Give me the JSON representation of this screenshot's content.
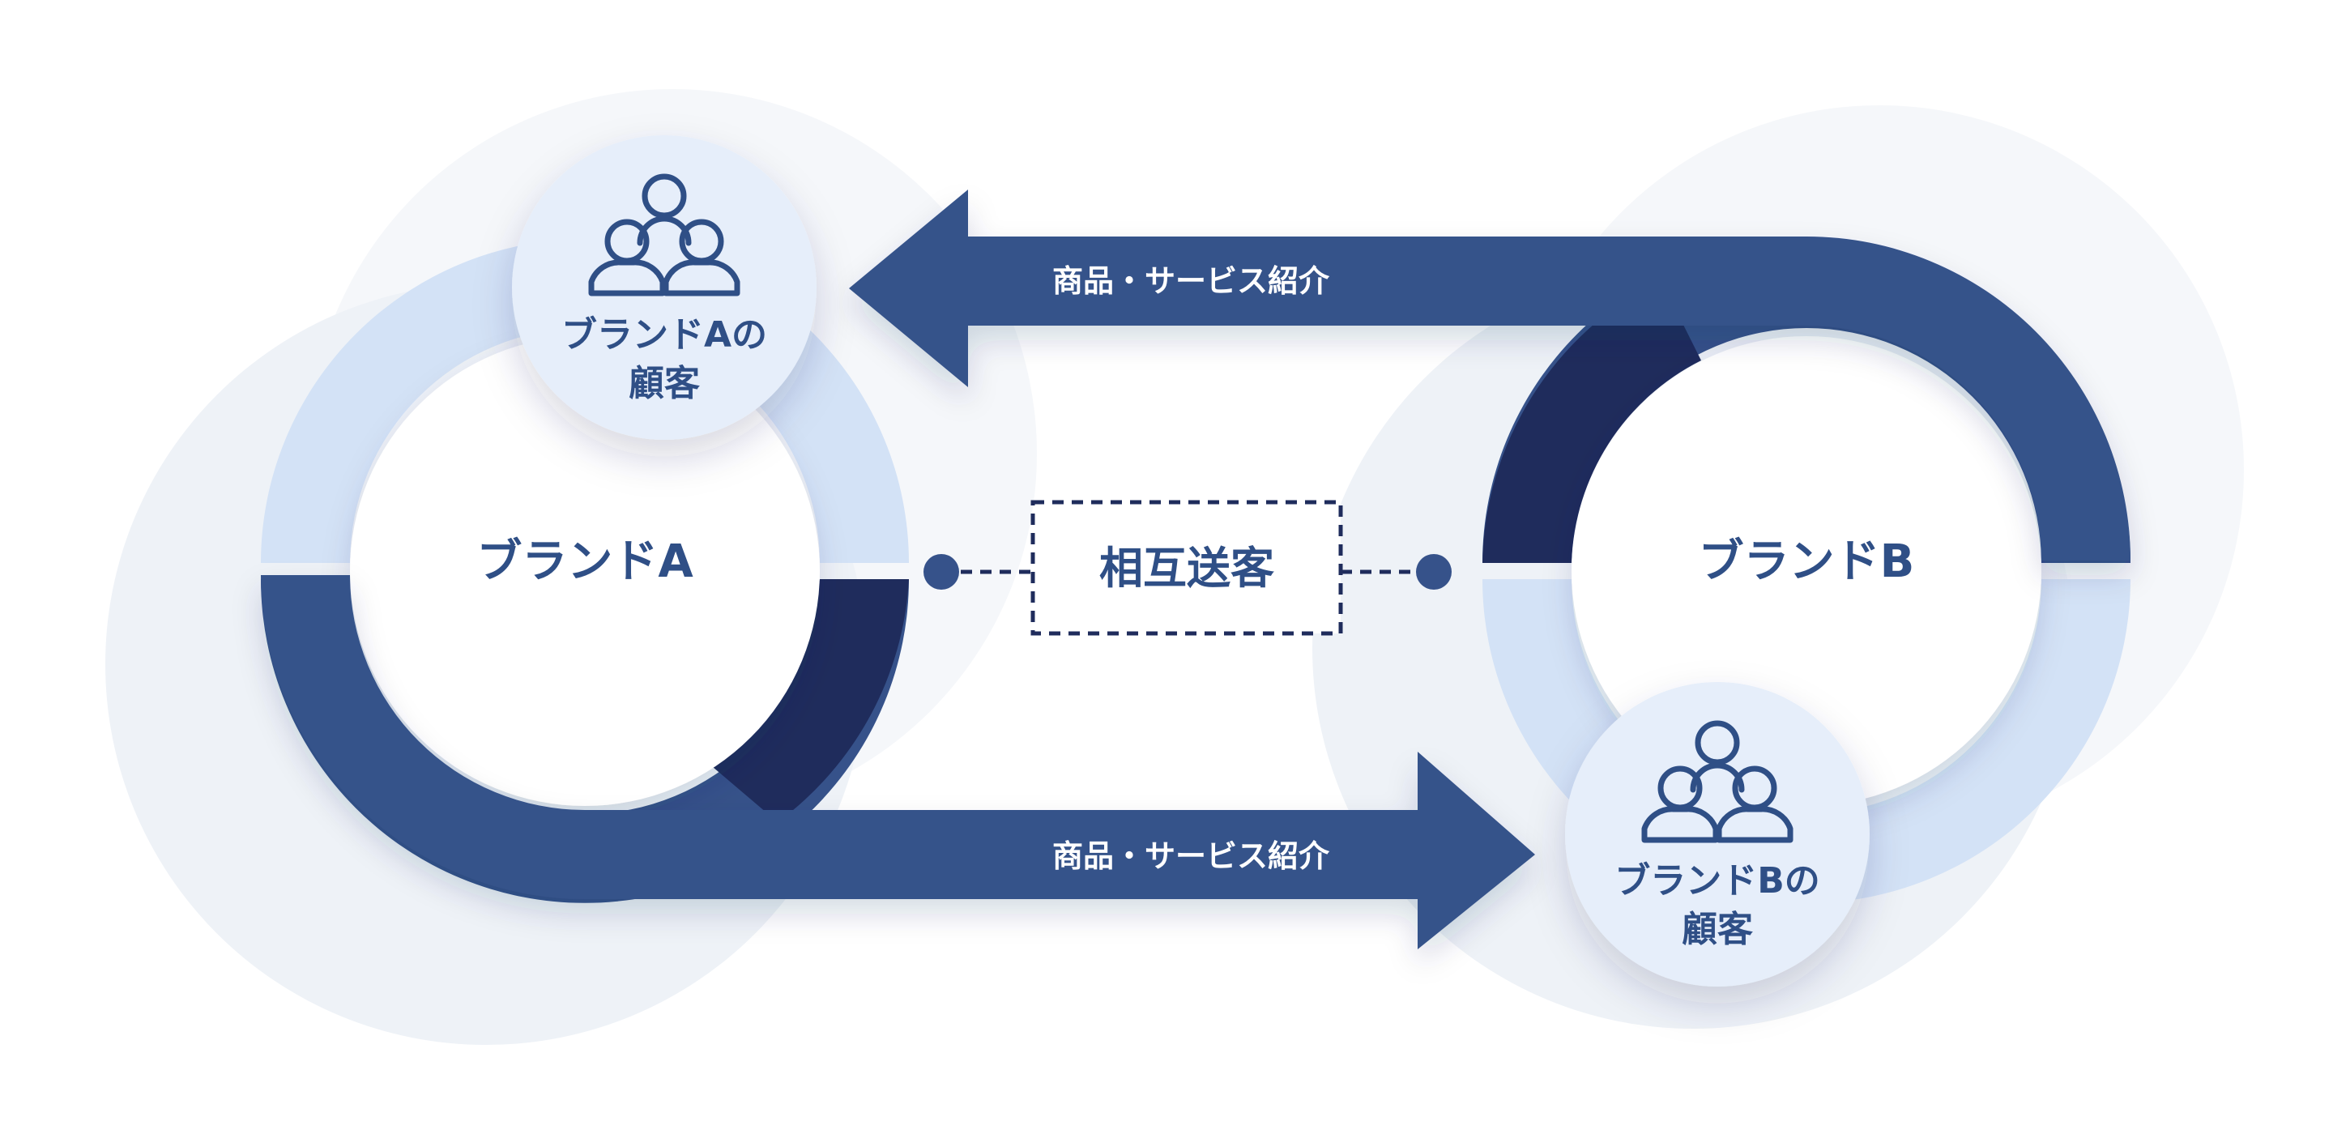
{
  "brands": {
    "a": {
      "name": "ブランドA",
      "customer_line1": "ブランドAの",
      "customer_line2": "顧客"
    },
    "b": {
      "name": "ブランドB",
      "customer_line1": "ブランドBの",
      "customer_line2": "顧客"
    }
  },
  "arrows": {
    "top_label": "商品・サービス紹介",
    "bottom_label": "商品・サービス紹介"
  },
  "center": {
    "label": "相互送客"
  },
  "colors": {
    "navy": "#36528a",
    "navy_dark": "#1f2c5c",
    "light_blue": "#d3e2f6",
    "halo": "#eef2f7",
    "customer_bg": "#e6eefa",
    "text": "#2f4f86"
  },
  "icons": {
    "customer_a": "people-group-icon",
    "customer_b": "people-group-icon"
  }
}
